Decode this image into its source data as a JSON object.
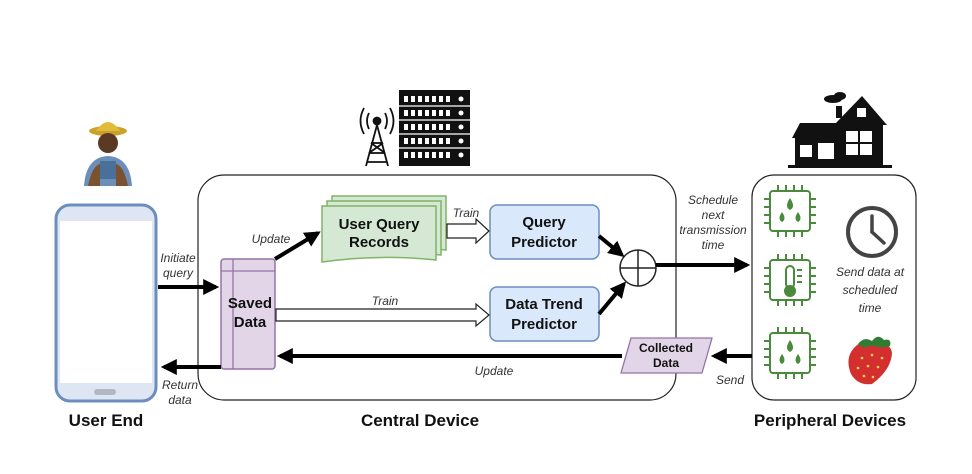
{
  "sections": {
    "user_end": "User End",
    "central_device": "Central Device",
    "peripheral_devices": "Peripheral Devices"
  },
  "nodes": {
    "saved_data": [
      "Saved",
      "Data"
    ],
    "user_query_records": [
      "User Query",
      "Records"
    ],
    "query_predictor": [
      "Query",
      "Predictor"
    ],
    "data_trend_predictor": [
      "Data Trend",
      "Predictor"
    ],
    "collected_data": [
      "Collected",
      "Data"
    ]
  },
  "edges": {
    "initiate_query": [
      "Initiate",
      "query"
    ],
    "return_data": [
      "Return",
      "data"
    ],
    "update_records": "Update",
    "train_query": "Train",
    "train_trend": "Train",
    "update_saved": "Update",
    "send": "Send",
    "schedule": [
      "Schedule",
      "next",
      "transmission",
      "time"
    ]
  },
  "peripheral": {
    "send_note": [
      "Send data at",
      "scheduled",
      "time"
    ]
  },
  "icons": [
    "farmer-icon",
    "phone-icon",
    "antenna-tower-icon",
    "server-rack-icon",
    "house-icon",
    "chip-water-icon",
    "chip-thermometer-icon",
    "clock-icon",
    "strawberry-icon"
  ],
  "colors": {
    "records_fill": "#d5e8d4",
    "records_stroke": "#82b366",
    "predictor_fill": "#dae8fc",
    "predictor_stroke": "#6c8ebf",
    "saved_fill": "#e1d5e7",
    "saved_stroke": "#9673a6",
    "chip_green": "#4a8a3c",
    "phone_blue": "#6c8ebf"
  }
}
